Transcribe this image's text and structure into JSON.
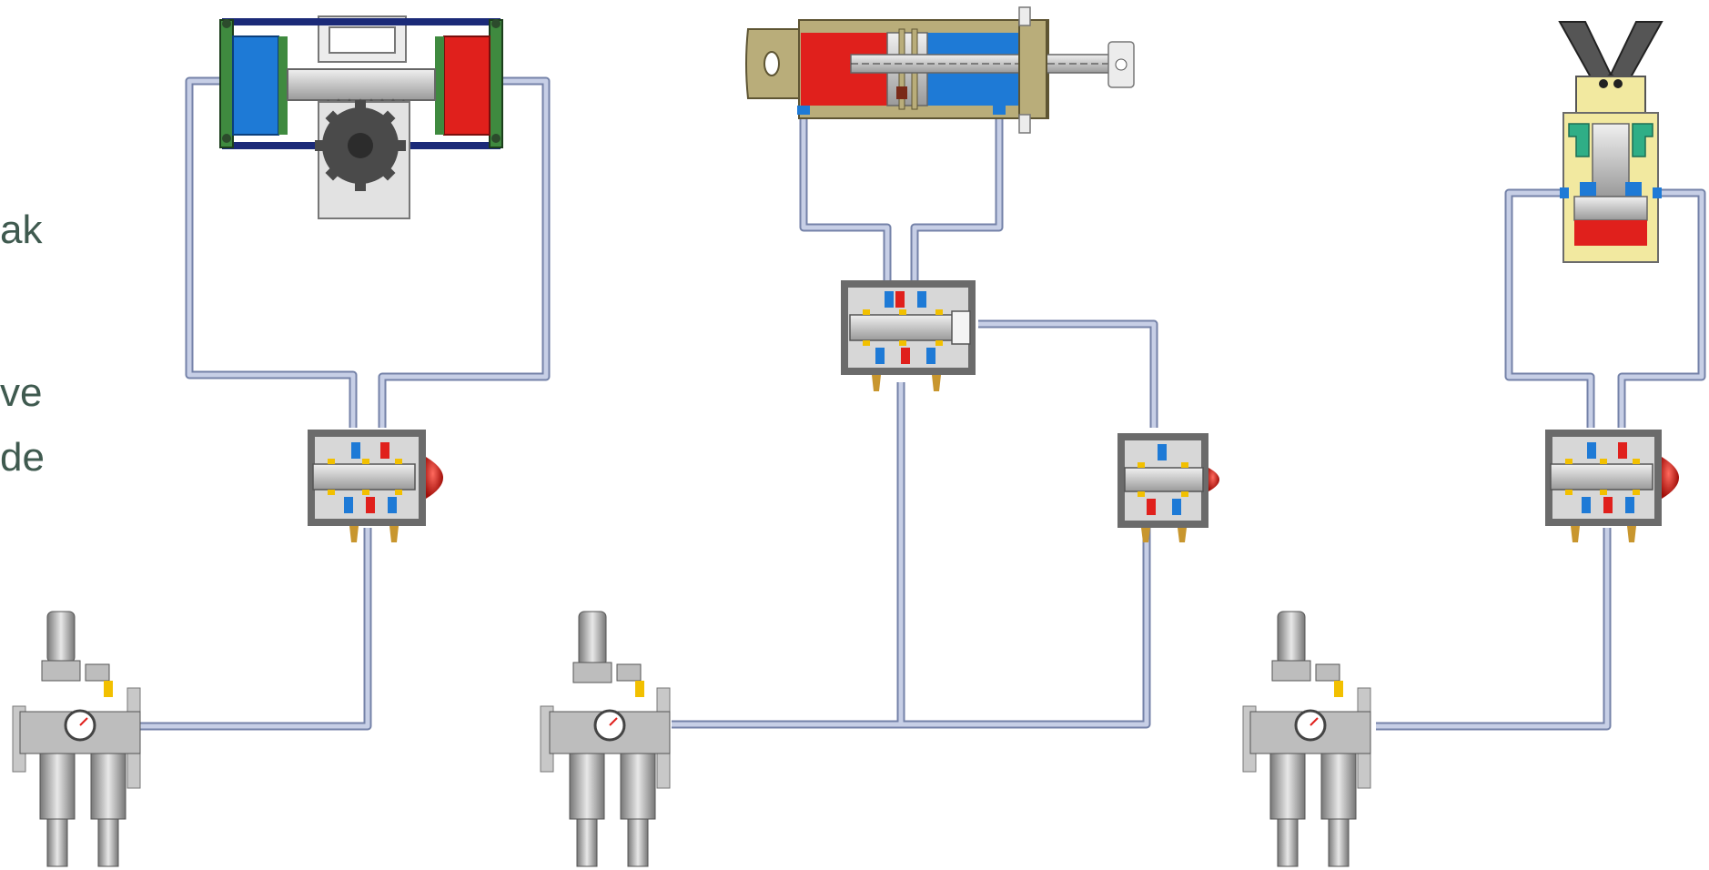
{
  "text_fragments": [
    "ak",
    "ve",
    "de"
  ],
  "colors": {
    "tube": "#9aa8c8",
    "tube_outline": "#6f7fa3",
    "body_gray": "#c8c8c8",
    "valve_gray": "#d7d7d7",
    "dark_gray": "#6b6b6b",
    "blue": "#1e7ad6",
    "red": "#e0201c",
    "green": "#3f8a3f",
    "navy": "#1b2a78",
    "yellow": "#f2e9a0",
    "olive": "#b9ad7a",
    "brass": "#c8962e",
    "text": "#3f5a4f"
  },
  "components": {
    "rotary_actuator": "rack-and-pinion-actuator",
    "linear_cylinder": "double-acting-cylinder",
    "gripper": "pneumatic-gripper",
    "valves": [
      "5-2-valve-left",
      "5-2-valve-center",
      "3-2-valve-pilot",
      "5-2-valve-right"
    ],
    "frl_units": [
      "frl-unit-left",
      "frl-unit-center",
      "frl-unit-right"
    ]
  }
}
